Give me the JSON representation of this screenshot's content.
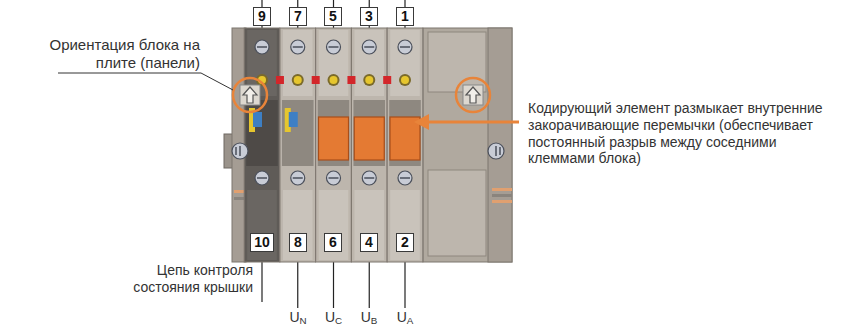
{
  "diagram": {
    "nodes": [
      {
        "text": [
          "9"
        ]
      },
      {
        "text": [
          "7"
        ]
      },
      {
        "text": [
          "5"
        ]
      },
      {
        "text": [
          "3"
        ]
      },
      {
        "text": [
          "1"
        ]
      },
      {
        "text": [
          "10"
        ]
      },
      {
        "text": [
          "8"
        ]
      },
      {
        "text": [
          "6"
        ]
      },
      {
        "text": [
          "4"
        ]
      },
      {
        "text": [
          "2"
        ]
      }
    ],
    "labels": [
      "Ориентация блока на плите (панели)",
      "Кодирующий элемент размыкает внутренние закорачивающие перемычки (обеспечивает постоянный разрыв между соседними клеммами блока)",
      "Цепь контроля состояния крышки",
      "UN",
      "UC",
      "UB",
      "UA"
    ]
  }
}
